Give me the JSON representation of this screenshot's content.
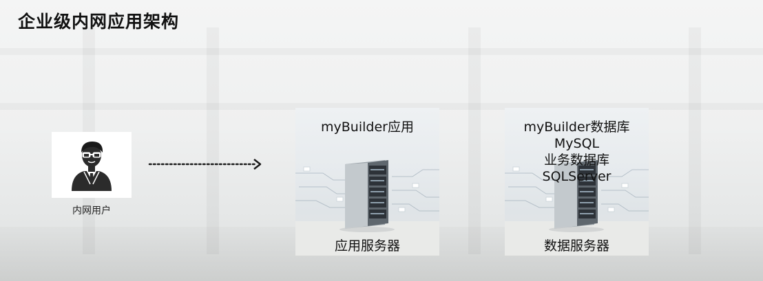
{
  "title": "企业级内网应用架构",
  "user": {
    "label": "内网用户",
    "icon": "businessman-icon"
  },
  "arrow": {
    "icon": "dotted-arrow-icon"
  },
  "app_server": {
    "lines": [
      "myBuilder应用"
    ],
    "caption": "应用服务器",
    "icon": "server-rack-icon"
  },
  "db_server": {
    "lines": [
      "myBuilder数据库",
      "MySQL",
      "业务数据库",
      "SQLServer"
    ],
    "caption": "数据服务器",
    "icon": "server-rack-icon"
  },
  "colors": {
    "title": "#111111",
    "arrow": "#1a1a1a",
    "server_body": "#6e767d",
    "server_front": "#2d3238"
  }
}
